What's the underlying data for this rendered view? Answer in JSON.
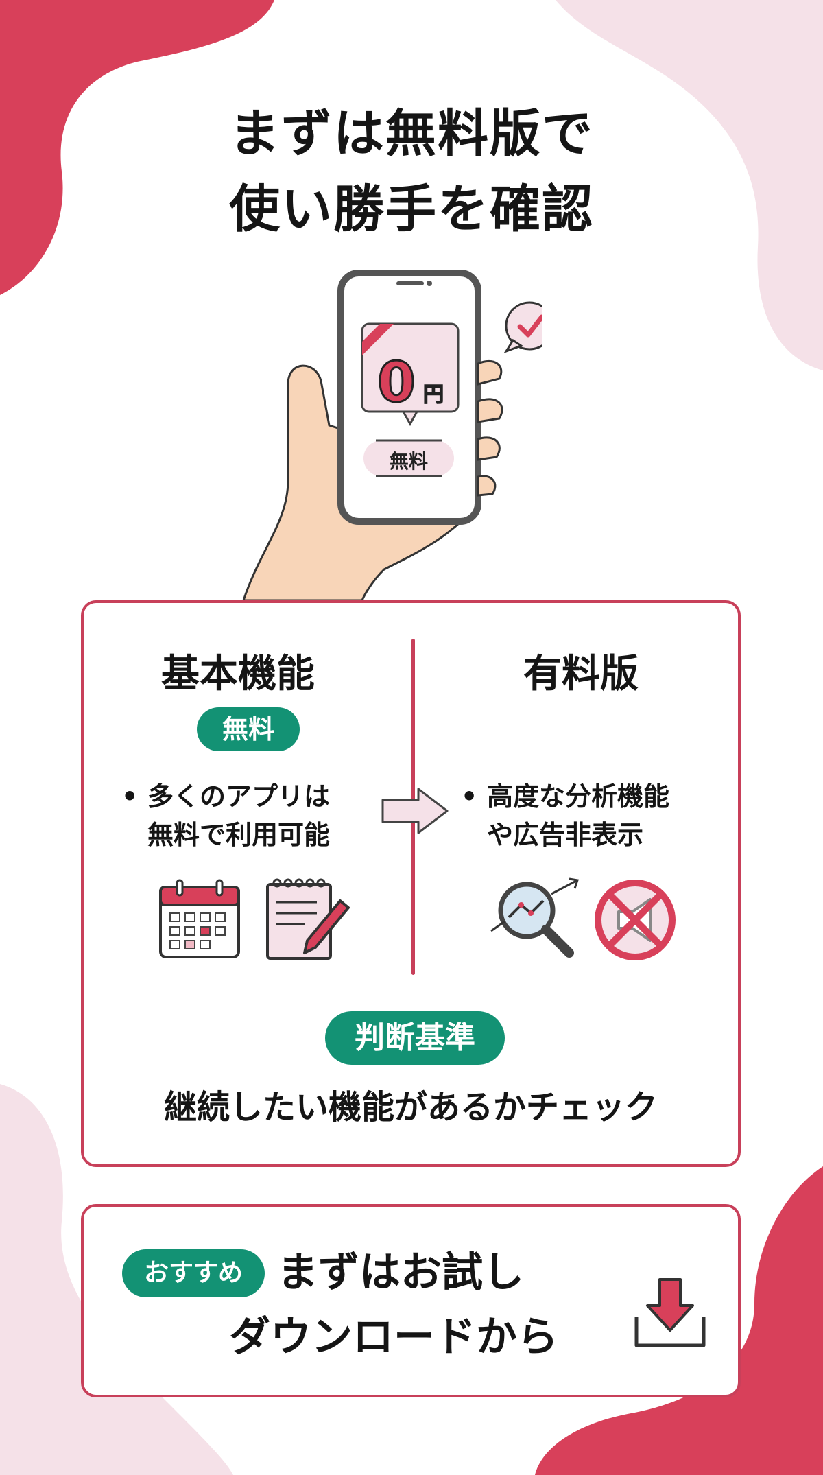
{
  "title": {
    "line1": "まずは無料版で",
    "line2": "使い勝手を確認"
  },
  "illustration": {
    "price": "0",
    "currency": "円",
    "free_label": "無料"
  },
  "comparison": {
    "free": {
      "title": "基本機能",
      "badge": "無料",
      "bullet_line1": "多くのアプリは",
      "bullet_line2": "無料で利用可能",
      "icons": [
        "calendar-icon",
        "notepad-pencil-icon"
      ]
    },
    "paid": {
      "title": "有料版",
      "bullet_line1": "高度な分析機能",
      "bullet_line2": "や広告非表示",
      "icons": [
        "analytics-magnifier-icon",
        "no-ads-icon"
      ]
    },
    "criteria": {
      "badge": "判断基準",
      "text": "継続したい機能があるかチェック"
    }
  },
  "cta": {
    "badge": "おすすめ",
    "line1": "まずはお試し",
    "line2": "ダウンロードから",
    "icon": "download-icon"
  },
  "colors": {
    "accent_red": "#d8405a",
    "light_pink": "#f5e1e8",
    "green": "#139274",
    "border_red": "#c8405a"
  }
}
